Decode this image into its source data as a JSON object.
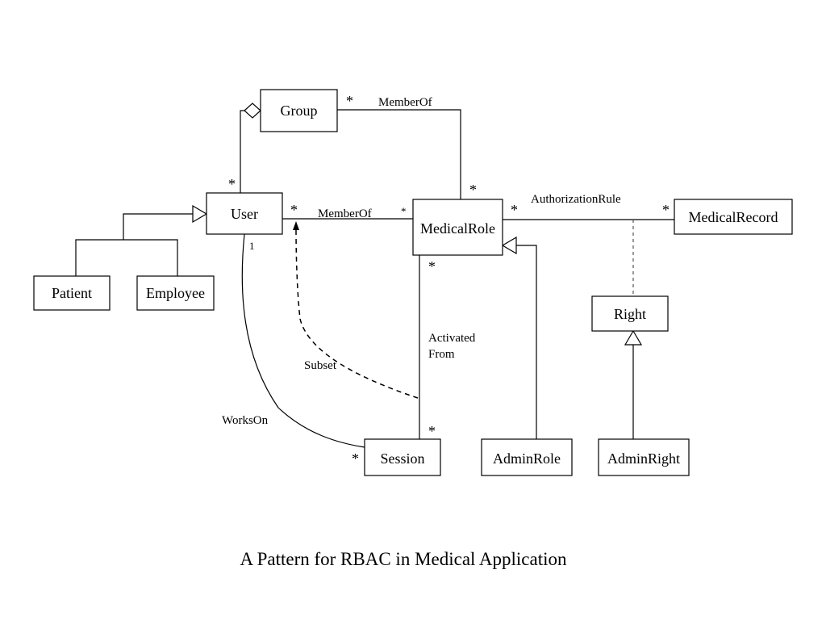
{
  "title": "A Pattern for RBAC in Medical Application",
  "classes": {
    "group": "Group",
    "user": "User",
    "patient": "Patient",
    "employee": "Employee",
    "medical_role": "MedicalRole",
    "medical_record": "MedicalRecord",
    "right": "Right",
    "session": "Session",
    "admin_role": "AdminRole",
    "admin_right": "AdminRight"
  },
  "associations": {
    "group_role": "MemberOf",
    "user_role": "MemberOf",
    "authorization": "AuthorizationRule",
    "activated_1": "Activated",
    "activated_2": "From",
    "subset": "Subset",
    "works_on": "WorksOn"
  },
  "multiplicities": {
    "many": "*",
    "one": "1"
  }
}
